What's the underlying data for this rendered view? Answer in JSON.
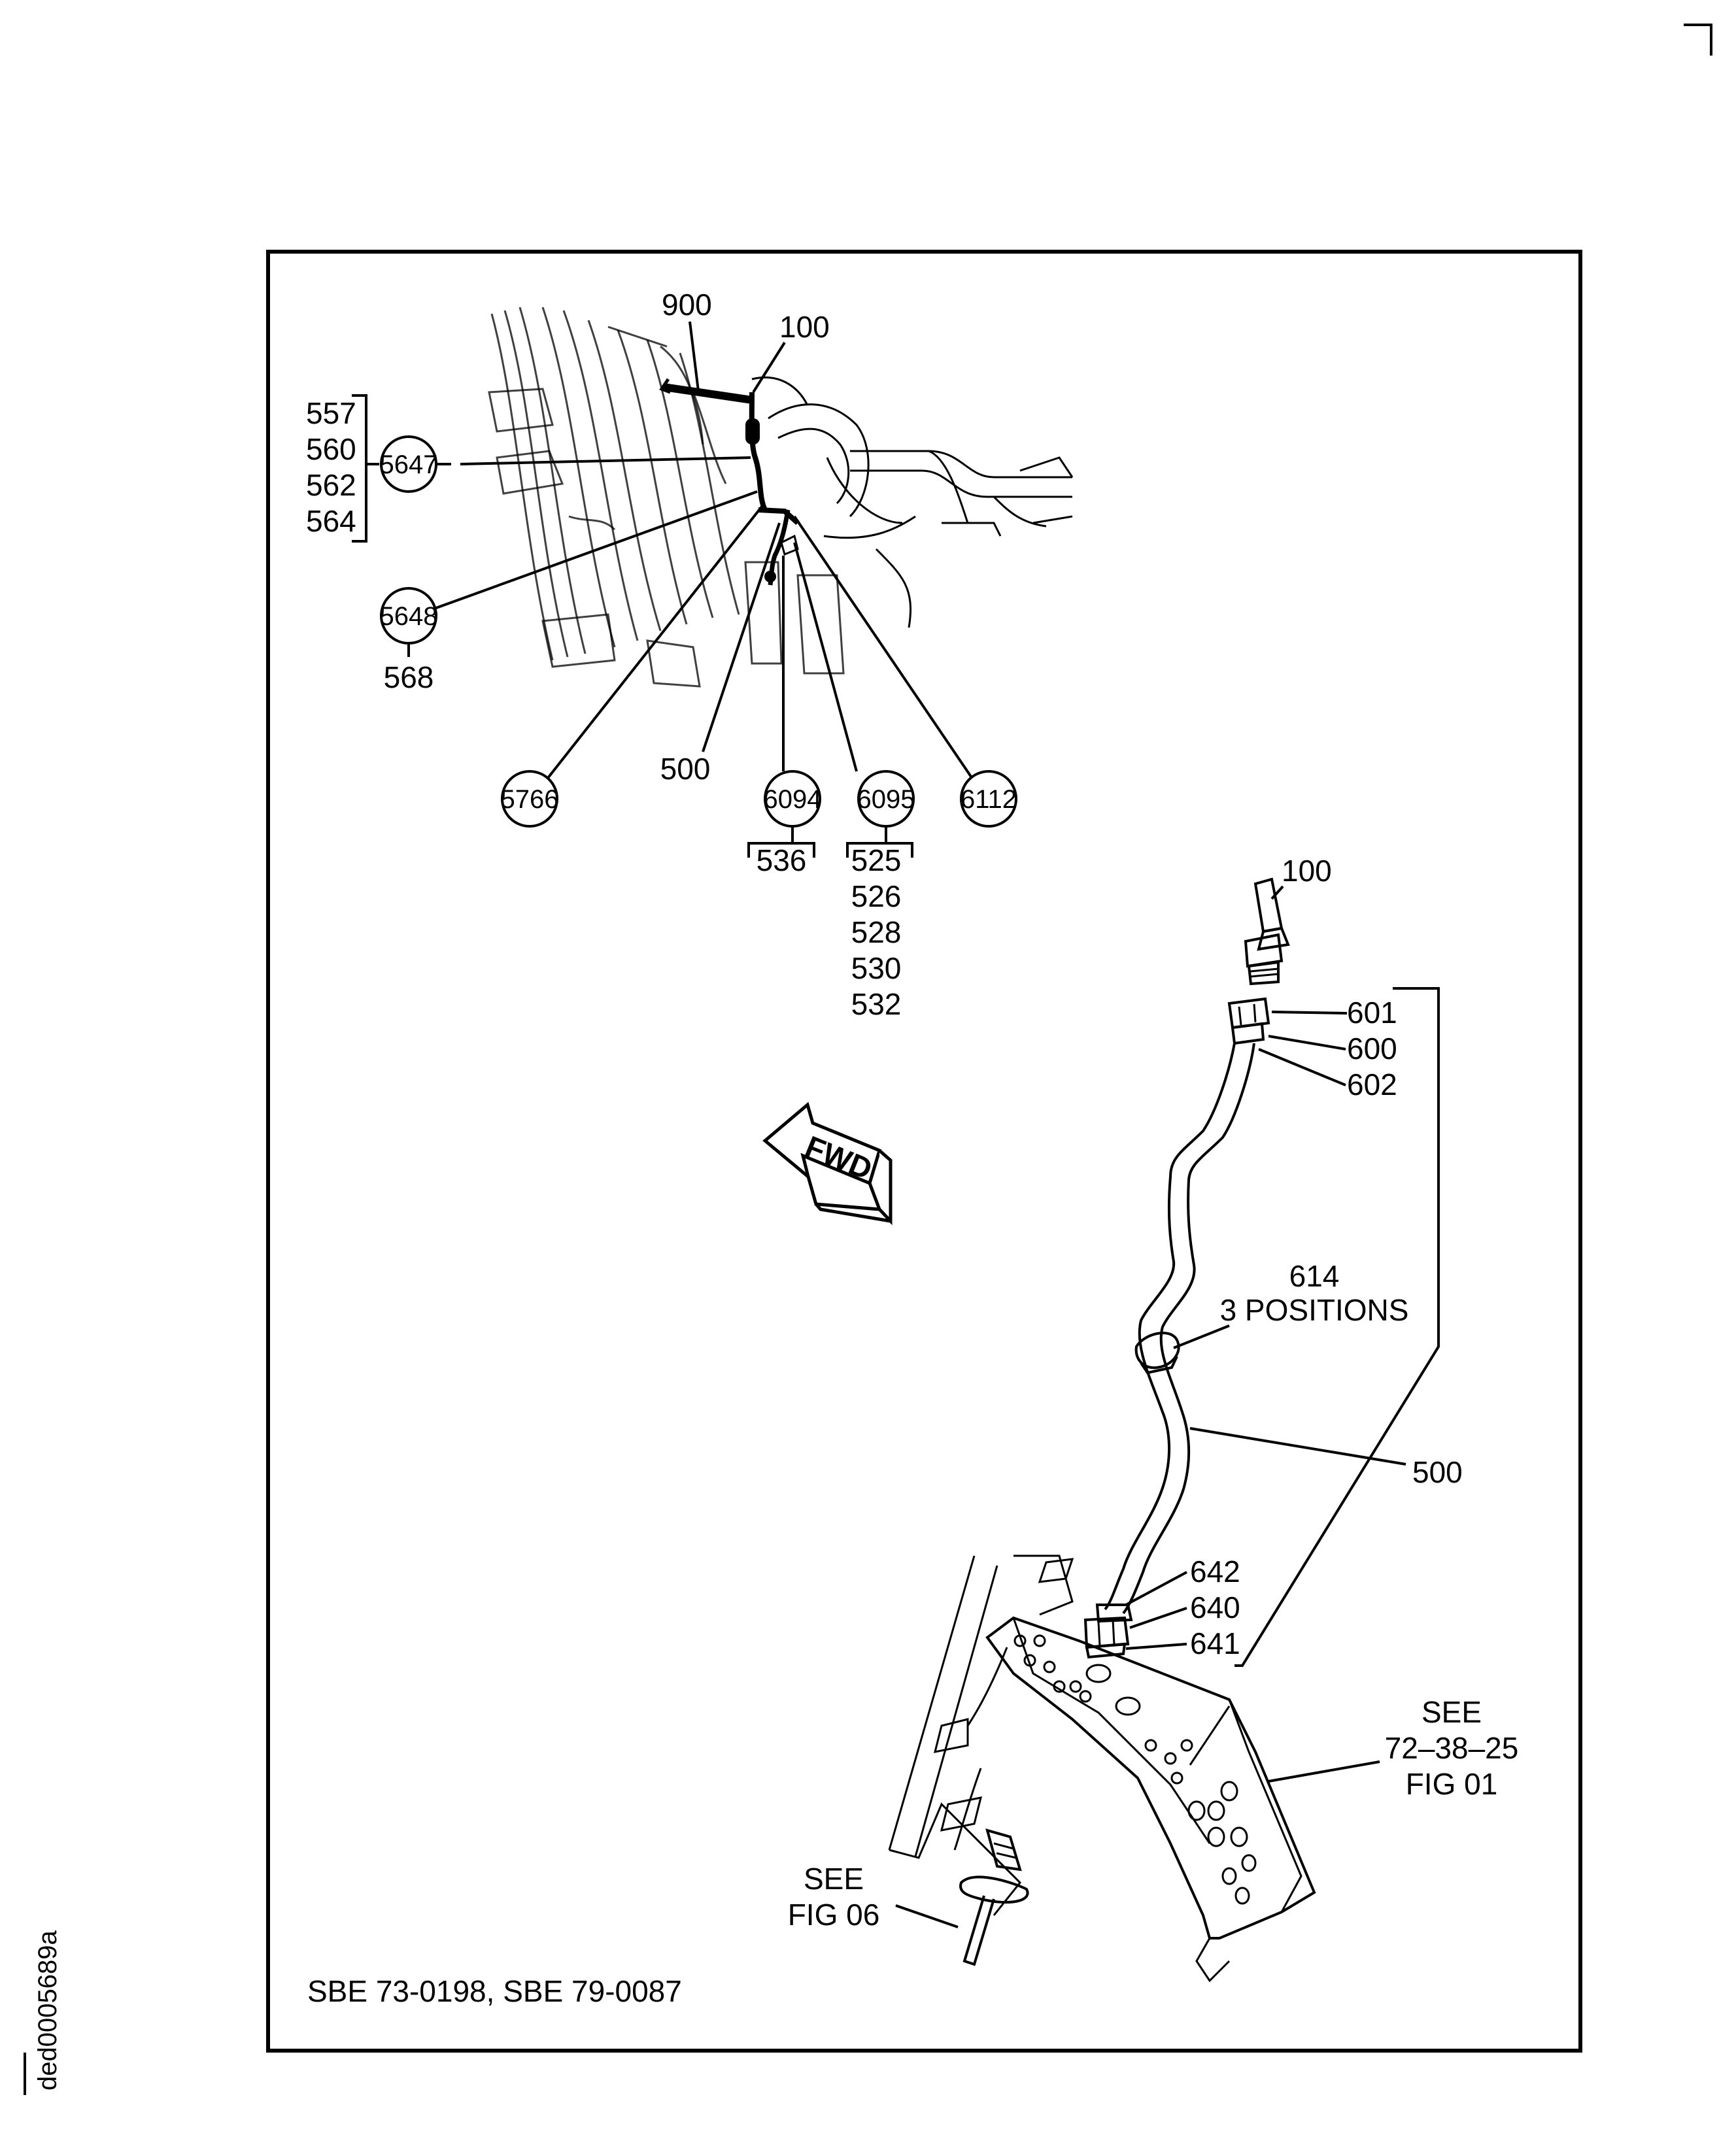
{
  "diagram": {
    "document_id": "ded0005689a",
    "footnote": "SBE 73-0198, SBE 79-0087",
    "fwd_arrow": "FWD",
    "upper_view": {
      "label_900": "900",
      "label_100": "100",
      "bracket_list_1": [
        "557",
        "560",
        "562",
        "564"
      ],
      "circle_5647": "5647",
      "circle_5648": "5648",
      "label_568": "568",
      "circle_5766": "5766",
      "label_500": "500",
      "circle_6094": "6094",
      "label_536": "536",
      "circle_6095": "6095",
      "bracket_list_2": [
        "525",
        "526",
        "528",
        "530",
        "532"
      ],
      "circle_6112": "6112"
    },
    "lower_view": {
      "label_100": "100",
      "label_601": "601",
      "label_600": "600",
      "label_602": "602",
      "label_614": "614",
      "label_positions": "3 POSITIONS",
      "label_500": "500",
      "label_642": "642",
      "label_640": "640",
      "label_641": "641",
      "see_ref_1": [
        "SEE",
        "72–38–25",
        "FIG 01"
      ],
      "see_ref_2": [
        "SEE",
        "FIG 06"
      ]
    }
  }
}
